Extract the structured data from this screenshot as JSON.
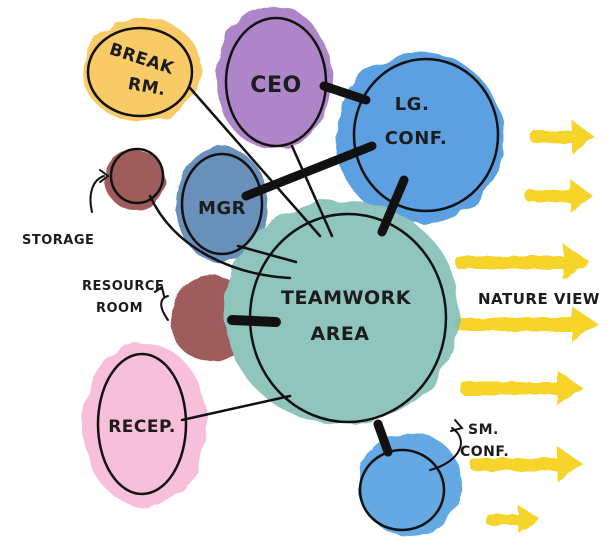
{
  "bubbles": {
    "break_room": {
      "line1": "BREAK",
      "line2": "RM.",
      "color": "#f7c24e"
    },
    "ceo": {
      "label": "CEO",
      "color": "#a070c0"
    },
    "lg_conf": {
      "line1": "LG.",
      "line2": "CONF.",
      "color": "#3f90de"
    },
    "storage": {
      "color": "#8f3f3f"
    },
    "mgr": {
      "label": "MGR",
      "color": "#4f7cb0"
    },
    "resource": {
      "color": "#8f3f3f"
    },
    "teamwork": {
      "line1": "TEAMWORK",
      "line2": "AREA",
      "color": "#7dbcb3"
    },
    "recep": {
      "label": "RECEP.",
      "color": "#f6b5d3"
    },
    "sm_conf": {
      "color": "#4a9be0"
    }
  },
  "notes": {
    "storage": "STORAGE",
    "resource_line1": "RESOURCE",
    "resource_line2": "ROOM",
    "sm_conf_line1": "SM.",
    "sm_conf_line2": "CONF.",
    "nature_view": "NATURE VIEW"
  },
  "arrow_color": "#f6d42c"
}
